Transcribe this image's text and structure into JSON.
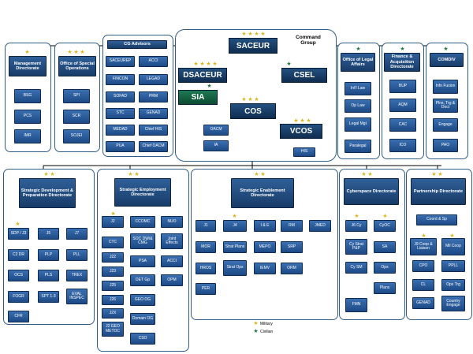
{
  "command_group": {
    "title": "Command Group",
    "saceur": "SACEUR",
    "dsaceur": "DSACEUR",
    "csel": "CSEL",
    "sia": "SIA",
    "cos": "COS",
    "vcos": "VCOS",
    "oacm": "OACM",
    "ia": "IA",
    "his": "HIS"
  },
  "management": {
    "title": "Management Directorate",
    "boxes": [
      "BSG",
      "PCS",
      "IMR"
    ]
  },
  "special_ops": {
    "title": "Office of Special Operations",
    "boxes": [
      "SPI",
      "SCR",
      "SOJEI"
    ]
  },
  "cg_advisors": {
    "title": "CG Advisors",
    "boxes": [
      "SACEUREP",
      "ACCI",
      "FINCON",
      "LEGAD",
      "SOFAD",
      "PRM",
      "STC",
      "GENAD",
      "MEDAD",
      "Chief HIS",
      "PUA",
      "Chief OACM"
    ]
  },
  "legal": {
    "title": "Office of Legal Affairs",
    "boxes": [
      "Int'l Law",
      "Op Law",
      "Legal Mgt",
      "Paralegal"
    ]
  },
  "finance": {
    "title": "Finance & Acquisition Directorate",
    "boxes": [
      "BUP",
      "AQM",
      "CAC",
      "ICO"
    ]
  },
  "comdiv": {
    "title": "COMDIV",
    "boxes": [
      "Info Fusion",
      "Plns, Trg & Doct",
      "Engage",
      "PAO"
    ]
  },
  "sdp": {
    "title": "Strategic Development & Preparation Directorate",
    "boxes": [
      "SDP / J3",
      "J5",
      "J7",
      "C2 DR",
      "PLP",
      "PLL",
      "OCS",
      "PLS",
      "TREX",
      "FOGR",
      "SPT 1-3",
      "EVAL INSPEC",
      "CFR"
    ]
  },
  "sed": {
    "title": "Strategic Employment Directorate",
    "boxes": [
      "J2",
      "CCOMC",
      "NUO",
      "CTC",
      "SOC DW/& CMG",
      "Joint Effects",
      "J22",
      "PSA",
      "ACCI",
      "J23",
      "DET Gp",
      "OPM",
      "J25",
      "GEO OG",
      "J26",
      "Domain OG",
      "J2X",
      "J2 GEO METOC",
      "CSO"
    ]
  },
  "sen": {
    "title": "Strategic Enablement Directorate",
    "boxes": [
      "J1",
      "J4",
      "I & E",
      "RM",
      "JMED",
      "MOR",
      "Strat Plans",
      "MEPO",
      "SRP",
      "HROS",
      "Strat Ops",
      "IEMV",
      "ORM",
      "PER"
    ]
  },
  "cyber": {
    "title": "Cyberspace Directorate",
    "boxes": [
      "J6 Cy",
      "CyOC",
      "Cy Strat P&P",
      "SA",
      "Cy SM",
      "Ops",
      "Plans",
      "FMN"
    ]
  },
  "partnership": {
    "title": "Partnership Directorate",
    "boxes": [
      "Coord & Sp",
      "J9 Coop & Liaison",
      "Mil Coop",
      "CPO",
      "PPLL",
      "CL",
      "Ops Trg",
      "GENAD",
      "Country Engage"
    ]
  },
  "legend": {
    "military": "Military",
    "civilian": "Civilian"
  },
  "colors": {
    "military_star": "#d9b71e",
    "civilian_star": "#1f7a3c",
    "box_blue": "#1d4a86",
    "panel_border": "#2f5d8a"
  }
}
